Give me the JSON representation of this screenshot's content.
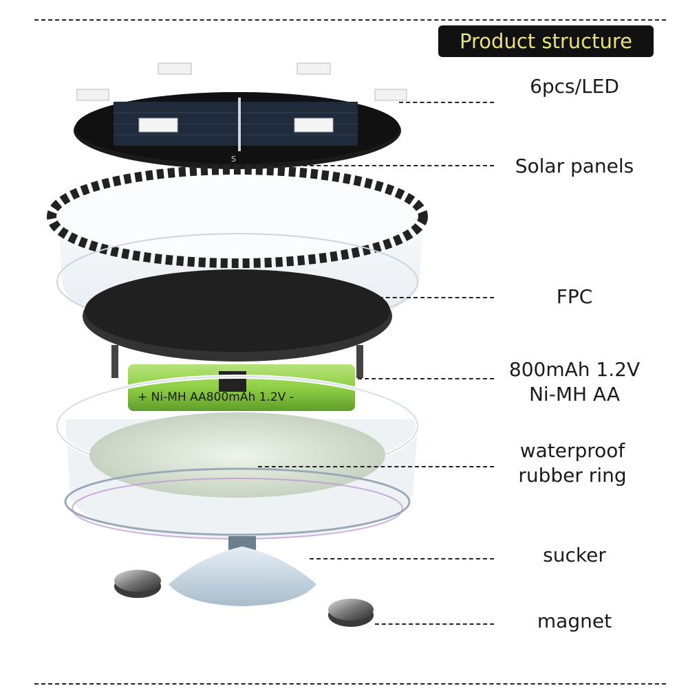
{
  "header": {
    "title": "Product structure",
    "title_color": "#e7e37a",
    "badge_color": "#111111"
  },
  "battery": {
    "print": "+ Ni-MH AA800mAh 1.2V -",
    "color": "#8fcf45"
  },
  "solar_panel": {
    "mark": "S"
  },
  "components": [
    {
      "id": "led",
      "label": "6pcs/LED"
    },
    {
      "id": "solar",
      "label": "Solar panels"
    },
    {
      "id": "fpc",
      "label": "FPC"
    },
    {
      "id": "battery",
      "label_line1": "800mAh 1.2V",
      "label_line2": "Ni-MH AA"
    },
    {
      "id": "ring",
      "label_line1": "waterproof",
      "label_line2": "rubber ring"
    },
    {
      "id": "sucker",
      "label": "sucker"
    },
    {
      "id": "magnet",
      "label": "magnet"
    }
  ]
}
